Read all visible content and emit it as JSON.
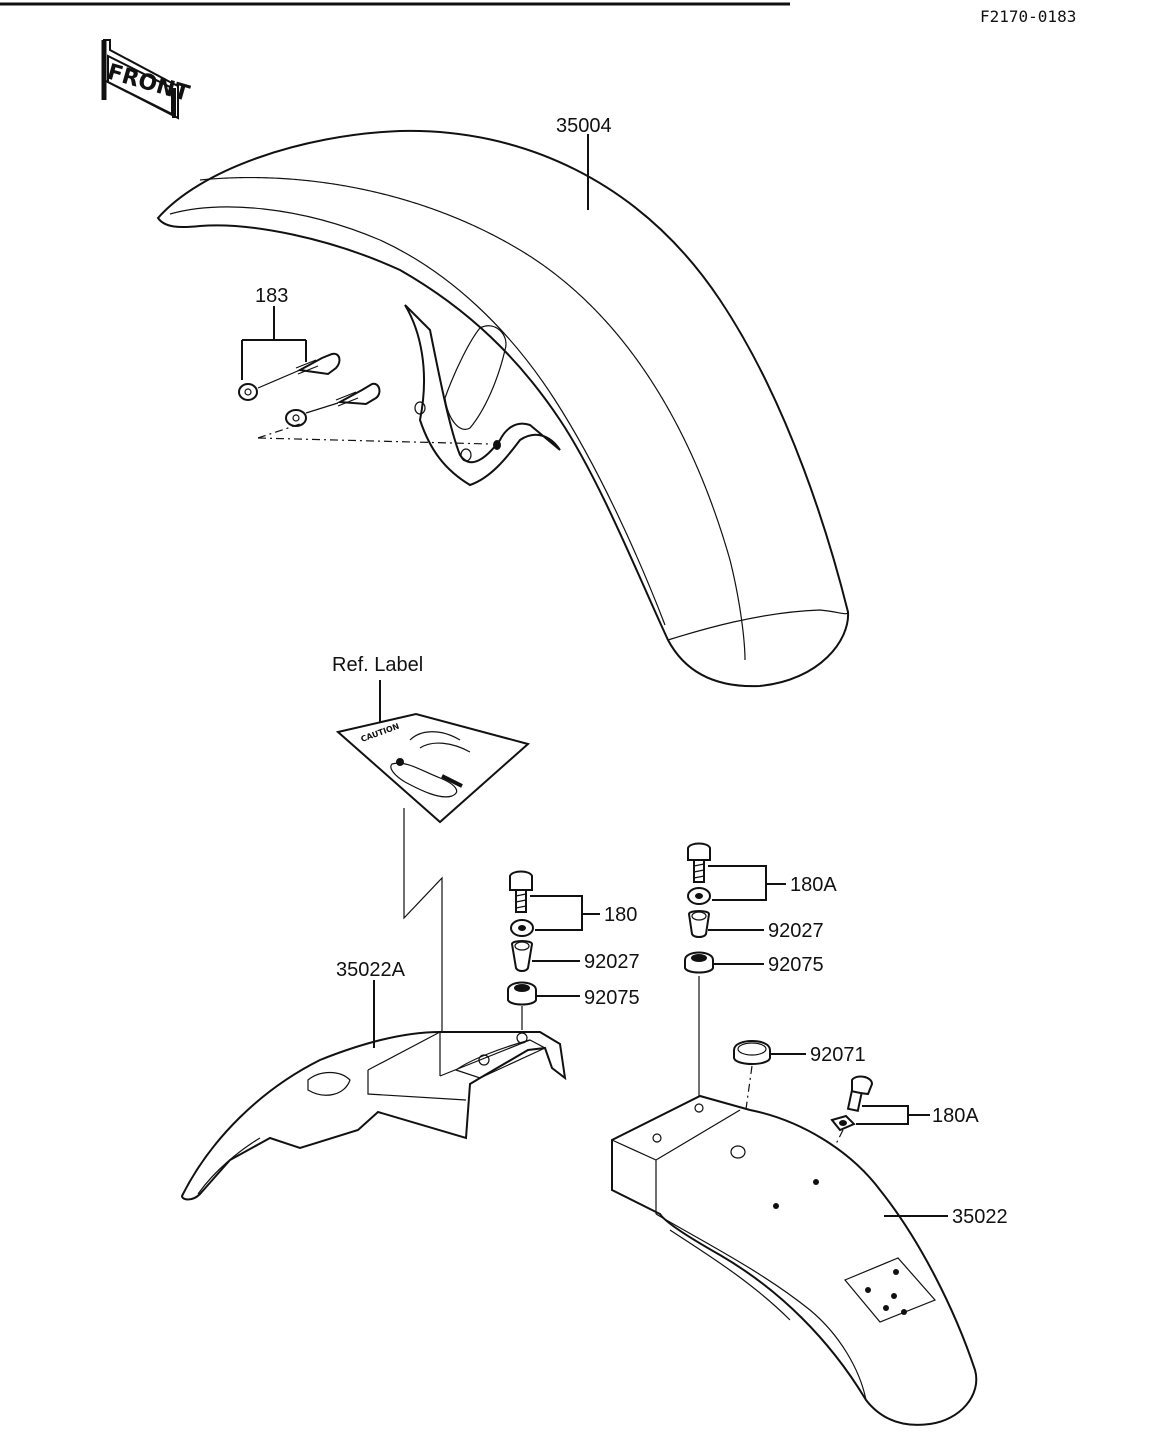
{
  "header": {
    "doc_code": "F2170-0183"
  },
  "front_indicator": {
    "label": "FRONT"
  },
  "ref_label": {
    "title": "Ref. Label",
    "sticker_text": "CAUTION"
  },
  "parts": {
    "front_fender": "35004",
    "front_bolts": "183",
    "rear_fender_front_section": "35022A",
    "bolt_180": "180",
    "collar_left": "92027",
    "grommet_left": "92075",
    "bolt_180a_top": "180A",
    "collar_right": "92027",
    "grommet_right": "92075",
    "grommet_large": "92071",
    "bolt_180a_side": "180A",
    "rear_fender": "35022"
  }
}
